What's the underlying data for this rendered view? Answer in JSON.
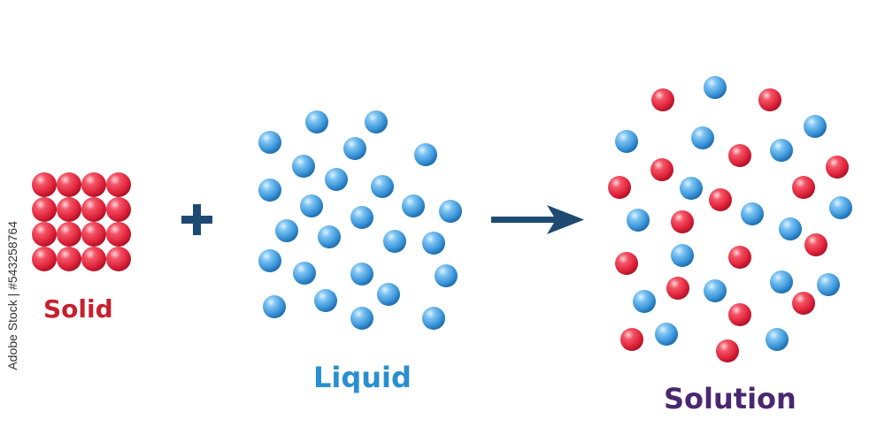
{
  "labels": {
    "solid": "Solid",
    "liquid": "Liquid",
    "solution": "Solution"
  },
  "stock_id": "Adobe Stock | #543258764",
  "colors": {
    "solid_particle": "#e8283c",
    "liquid_particle": "#3b9be0",
    "plus_sign": "#1e4a72",
    "arrow": "#1e4a72",
    "solid_text": "#c8202e",
    "liquid_text": "#2a8fd0",
    "solution_text": "#4a2870"
  },
  "icons": {
    "plus": "plus-icon",
    "arrow": "arrow-right-icon"
  }
}
